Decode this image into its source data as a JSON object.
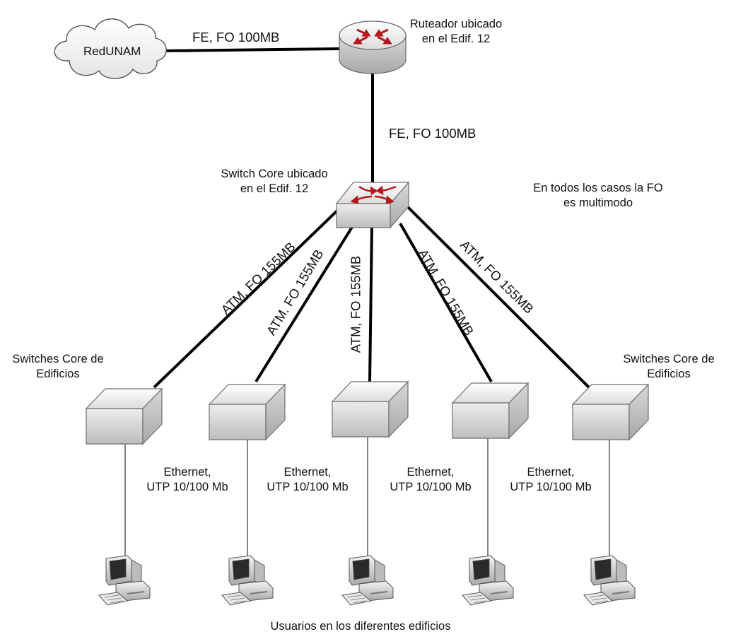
{
  "labels": {
    "cloud": "RedUNAM",
    "uplink": "FE, FO 100MB",
    "router_line1": "Ruteador ubicado",
    "router_line2": "en el Edif. 12",
    "router_to_core": "FE, FO 100MB",
    "core_line1": "Switch Core ubicado",
    "core_line2": "en el Edif. 12",
    "note_line1": "En todos los casos la FO",
    "note_line2": "es multimodo",
    "left_switch_line1": "Switches Core de",
    "left_switch_line2": "Edificios",
    "right_switch_line1": "Switches Core de",
    "right_switch_line2": "Edificios",
    "users": "Usuarios en los diferentes edificios"
  },
  "atm_links": [
    "ATM, FO 155MB",
    "ATM. FO 155MB",
    "ATM, FO 155MB",
    "ATM, FO 155MB",
    "ATM, FO 155MB"
  ],
  "ethernet_links": [
    {
      "line1": "Ethernet,",
      "line2": "UTP 10/100 Mb"
    },
    {
      "line1": "Ethernet,",
      "line2": "UTP 10/100 Mb"
    },
    {
      "line1": "Ethernet,",
      "line2": "UTP 10/100 Mb"
    },
    {
      "line1": "Ethernet,",
      "line2": "UTP 10/100 Mb"
    }
  ]
}
